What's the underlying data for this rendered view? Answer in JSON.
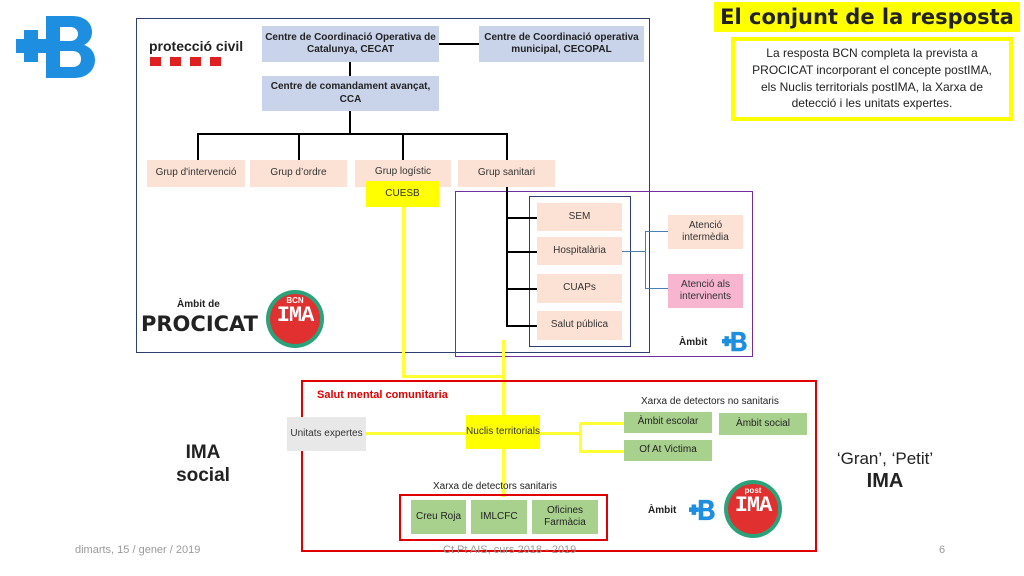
{
  "title": "El conjunt de la resposta",
  "description": "La resposta BCN completa la prevista a PROCICAT incorporant el concepte postIMA, els Nuclis territorials postIMA, la Xarxa de detecció i les unitats expertes.",
  "protecciocivil": "protecció civil",
  "cecat": "Centre de Coordinació Operativa de Catalunya, CECAT",
  "cecopal": "Centre de Coordinació operativa municipal, CECOPAL",
  "cca": "Centre de comandament avançat, CCA",
  "groups": [
    "Grup d'intervenció",
    "Grup d’ordre",
    "Grup logístic",
    "Grup sanitari"
  ],
  "cuesb": "CUESB",
  "sanitary": [
    "SEM",
    "Hospitalària",
    "CUAPs",
    "Salut pública"
  ],
  "atencio_intermedia": "Atenció intermèdia",
  "atencio_intervinents": "Atenció als intervinents",
  "ambit_de": "Àmbit de",
  "procicat": "PROCICAT",
  "ambit": "Àmbit",
  "ima_bcn_top": "BCN",
  "ima_bcn_main": "IMA",
  "ima_post_top": "post",
  "ima_post_main": "IMA",
  "salut_mental": "Salut mental comunitaria",
  "unitats": "Unitats expertes",
  "nuclis": "Nuclis territorials",
  "xarxa_no_sanitaris": "Xarxa de detectors no sanitaris",
  "ambit_escolar": "Àmbit escolar",
  "ambit_social": "Àmbit social",
  "of_at_victima": "Of At Victima",
  "xarxa_sanitaris": "Xarxa de detectors sanitaris",
  "creu_roja": "Creu Roja",
  "imlcfc": "IMLCFC",
  "oficines": "Oficines Farmàcia",
  "ima_social": "IMA social",
  "gran_petit": "‘Gran’, ‘Petit’",
  "ima_right": "IMA",
  "footer_date": "dimarts, 15 / gener / 2019",
  "footer_center": "Ct Pt AIS, curs 2018 - 2019",
  "footer_page": "6",
  "colors": {
    "brand_blue": "#1e8ee0",
    "yellow": "#ffff00",
    "red_frame": "#e00000",
    "purple_frame": "#7030a0"
  }
}
